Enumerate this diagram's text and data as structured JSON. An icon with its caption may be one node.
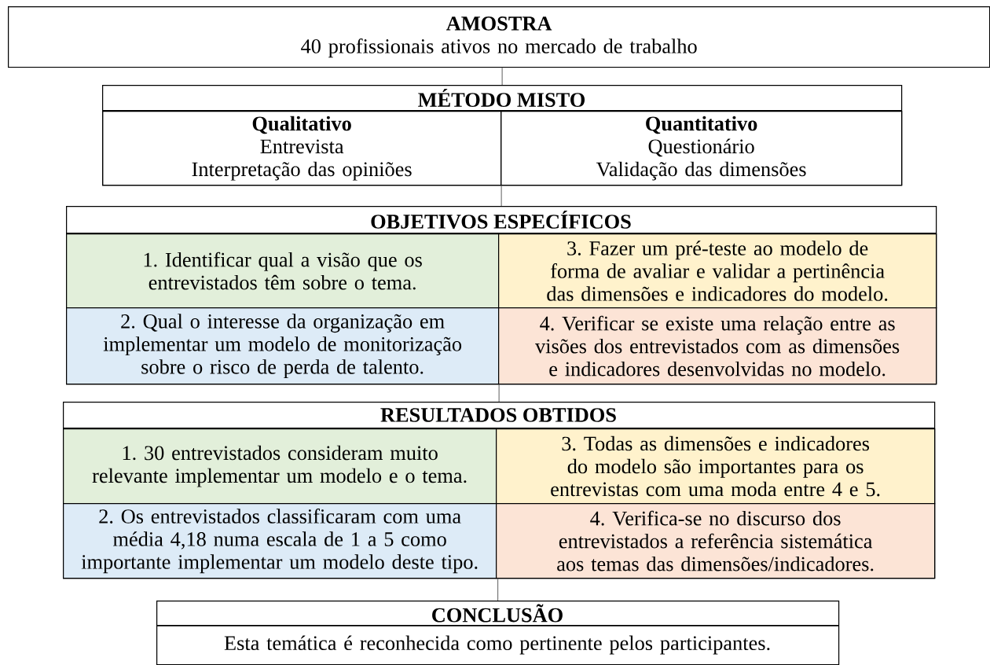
{
  "diagram": {
    "nodes": [
      {
        "text": [
          "AMOSTRA",
          "40 profissionais ativos no mercado de trabalho"
        ]
      },
      {
        "text": [
          "MÉTODO MISTO"
        ]
      },
      {
        "text": [
          "Qualitativo",
          "Entrevista",
          "Interpretação das opiniões"
        ],
        "in": 1
      },
      {
        "text": [
          "Quantitativo",
          "Questionário",
          "Validação das dimensões"
        ],
        "in": 1
      },
      {
        "text": [
          "OBJETIVOS ESPECÍFICOS"
        ]
      },
      {
        "text": [
          "1. Identificar qual a visão que os entrevistados têm sobre o tema."
        ],
        "in": 4
      },
      {
        "text": [
          "3. Fazer um pré-teste ao modelo de forma de avaliar e validar a pertinência das dimensões e indicadores do modelo."
        ],
        "in": 4
      },
      {
        "text": [
          "2. Qual o interesse da organização em implementar um modelo de monitorização sobre o risco de perda de talento."
        ],
        "in": 4
      },
      {
        "text": [
          "4. Verificar se existe uma relação entre as visões dos entrevistados com as dimensões e indicadores desenvolvidas no modelo."
        ],
        "in": 4
      },
      {
        "text": [
          "RESULTADOS OBTIDOS"
        ]
      },
      {
        "text": [
          "1. 30 entrevistados consideram muito relevante implementar um modelo e o tema."
        ],
        "in": 9
      },
      {
        "text": [
          "3. Todas as dimensões e indicadores do modelo são importantes para os entrevistas com uma moda entre 4 e 5."
        ],
        "in": 9
      },
      {
        "text": [
          "2. Os entrevistados classificaram com uma média 4,18 numa escala de 1 a 5 como importante implementar um modelo deste tipo."
        ],
        "in": 9
      },
      {
        "text": [
          "4. Verifica-se no discurso dos entrevistados a referência sistemática aos temas das dimensões/indicadores."
        ],
        "in": 9
      },
      {
        "text": [
          "CONCLUSÃO",
          "Esta temática é reconhecida como pertinente pelos participantes."
        ]
      }
    ],
    "edges": [
      {
        "from": 0,
        "to": 1,
        "arrow": "none"
      },
      {
        "from": 1,
        "to": 4,
        "arrow": "none"
      },
      {
        "from": 4,
        "to": 9,
        "arrow": "none"
      },
      {
        "from": 9,
        "to": 14,
        "arrow": "none"
      }
    ]
  }
}
